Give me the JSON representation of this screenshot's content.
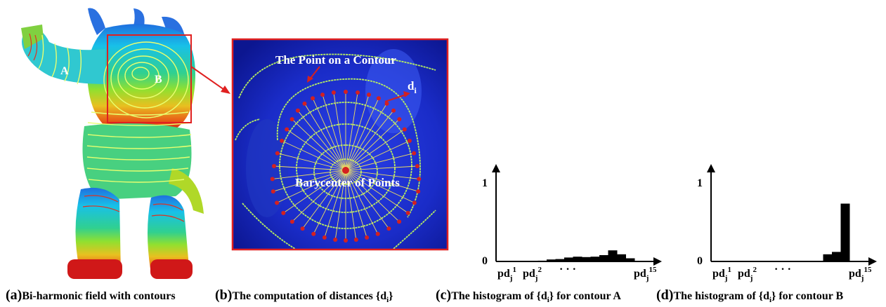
{
  "panel_a": {
    "label_A": "A",
    "label_B": "B"
  },
  "panel_b": {
    "point_label": "The Point on a Contour",
    "di_label": "d",
    "di_sub": "i",
    "barycenter_label": "Barycenter of Points"
  },
  "captions": {
    "a": {
      "letter": "(a)",
      "text": "Bi-harmonic field with contours"
    },
    "b": {
      "letter": "(b)",
      "text": "The computation of distances {d",
      "sub": "i",
      "tail": "}"
    },
    "c": {
      "letter": "(c)",
      "text": "The histogram of {d",
      "sub": "i",
      "tail": "} for contour A"
    },
    "d": {
      "letter": "(d)",
      "text": "The histogram of {d",
      "sub": "i",
      "tail": "} for contour B"
    }
  },
  "chart_data": [
    {
      "type": "bar",
      "ylim": [
        0,
        1
      ],
      "y_tick_labels": [
        "0",
        "1"
      ],
      "x_labels": {
        "first": "pd",
        "first_sub": "j",
        "first_sup": "1",
        "second": "pd",
        "second_sub": "j",
        "second_sup": "2",
        "dots": "· · ·",
        "last": "pd",
        "last_sub": "j",
        "last_sup": "15"
      },
      "values": [
        0,
        0,
        0,
        0.01,
        0.025,
        0.03,
        0.05,
        0.06,
        0.055,
        0.06,
        0.08,
        0.14,
        0.09,
        0.04,
        0.0
      ]
    },
    {
      "type": "bar",
      "ylim": [
        0,
        1
      ],
      "y_tick_labels": [
        "0",
        "1"
      ],
      "x_labels": {
        "first": "pd",
        "first_sub": "j",
        "first_sup": "1",
        "second": "pd",
        "second_sub": "j",
        "second_sup": "2",
        "dots": "· · ·",
        "last": "pd",
        "last_sub": "j",
        "last_sup": "15"
      },
      "values": [
        0,
        0,
        0,
        0,
        0,
        0,
        0,
        0,
        0,
        0,
        0,
        0.09,
        0.12,
        0.73,
        0
      ]
    }
  ],
  "colors": {
    "frame_red": "#e02020",
    "contour": "#b8f060",
    "blue_dark": "#1a2fd0",
    "point_red": "#d42020"
  }
}
